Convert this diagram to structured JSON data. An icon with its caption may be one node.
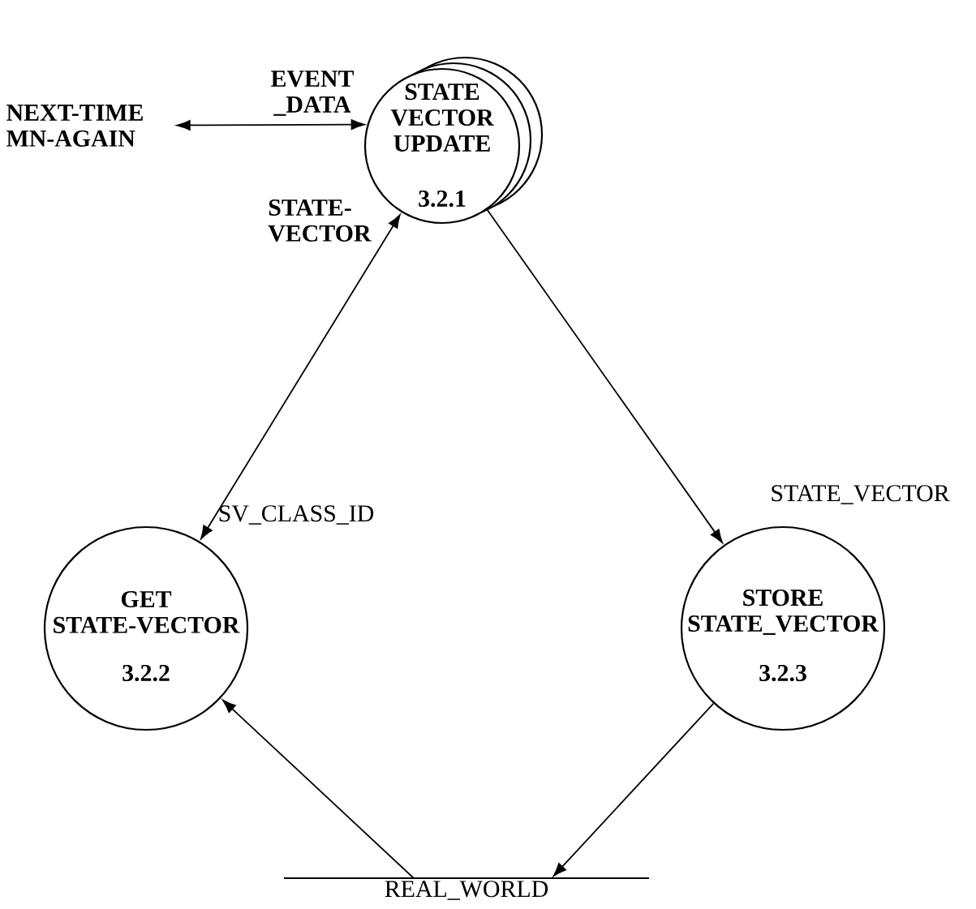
{
  "diagram": {
    "nodes": [
      {
        "text": [
          "NEXT-TIME MN-AGAIN"
        ]
      },
      {
        "text": [
          "STATE VECTOR UPDATE",
          "3.2.1"
        ]
      },
      {
        "text": [
          "GET STATE-VECTOR",
          "3.2.2"
        ]
      },
      {
        "text": [
          "STORE STATE_VECTOR",
          "3.2.3"
        ]
      },
      {
        "text": [
          "REAL_WORLD"
        ]
      }
    ],
    "edges": [
      {
        "from": 0,
        "to": 1,
        "arrow": "both",
        "label": "EVENT _DATA"
      },
      {
        "from": 1,
        "to": 2,
        "arrow": "both",
        "label": "SV_CLASS_ID"
      },
      {
        "from": 1,
        "to": 3,
        "arrow": "to",
        "label": "STATE_VECTOR"
      },
      {
        "from": 4,
        "to": 2,
        "arrow": "to"
      },
      {
        "from": 3,
        "to": 4,
        "arrow": "to"
      }
    ],
    "labels": [
      "STATE- VECTOR"
    ]
  }
}
